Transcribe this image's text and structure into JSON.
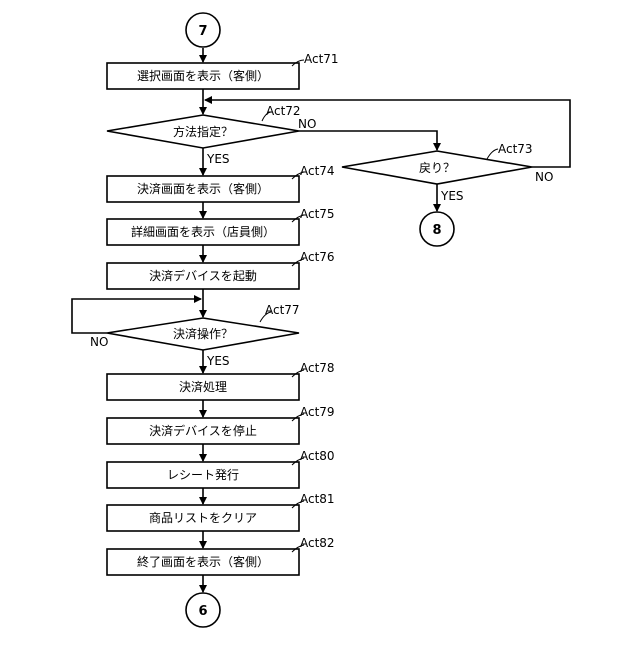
{
  "connectors": {
    "start": "7",
    "end": "6",
    "branch_end": "8"
  },
  "steps": {
    "act71": {
      "tag": "Act71",
      "label": "選択画面を表示（客側）"
    },
    "act72": {
      "tag": "Act72",
      "label": "方法指定？"
    },
    "act73": {
      "tag": "Act73",
      "label": "戻り？"
    },
    "act74": {
      "tag": "Act74",
      "label": "決済画面を表示（客側）"
    },
    "act75": {
      "tag": "Act75",
      "label": "詳細画面を表示（店員側）"
    },
    "act76": {
      "tag": "Act76",
      "label": "決済デバイスを起動"
    },
    "act77": {
      "tag": "Act77",
      "label": "決済操作？"
    },
    "act78": {
      "tag": "Act78",
      "label": "決済処理"
    },
    "act79": {
      "tag": "Act79",
      "label": "決済デバイスを停止"
    },
    "act80": {
      "tag": "Act80",
      "label": "レシート発行"
    },
    "act81": {
      "tag": "Act81",
      "label": "商品リストをクリア"
    },
    "act82": {
      "tag": "Act82",
      "label": "終了画面を表示（客側）"
    }
  },
  "branch_labels": {
    "act72_yes": "YES",
    "act72_no": "NO",
    "act73_yes": "YES",
    "act73_no": "NO",
    "act77_yes": "YES",
    "act77_no": "NO"
  }
}
